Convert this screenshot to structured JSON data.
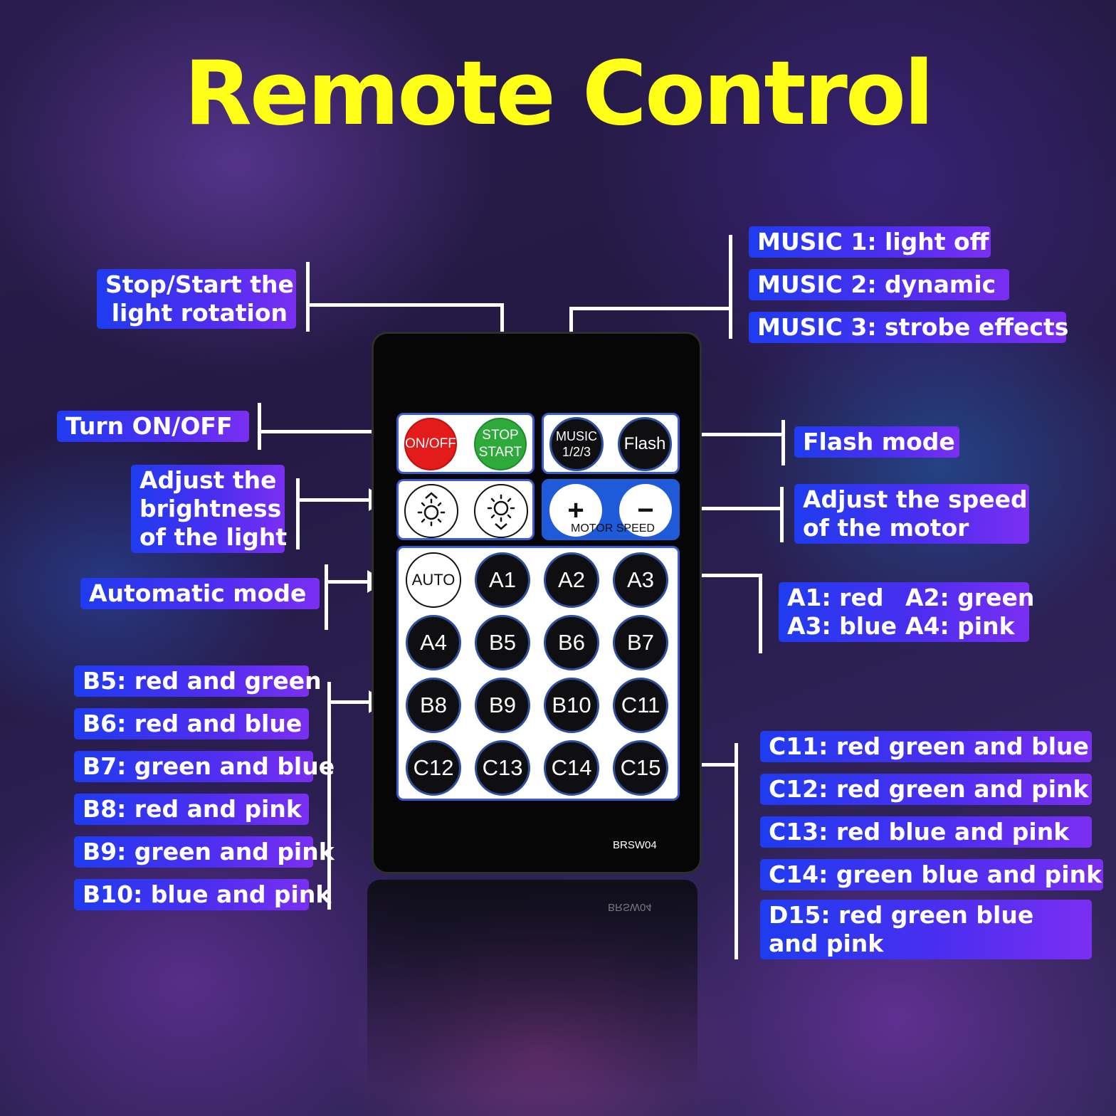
{
  "title": "Remote Control",
  "labels": {
    "stop_start": [
      "Stop/Start the",
      "light rotation"
    ],
    "on_off": "Turn ON/OFF",
    "brightness": [
      "Adjust the",
      "brightness",
      "of the light"
    ],
    "auto": "Automatic mode",
    "b_modes": [
      "B5: red and green",
      "B6: red and blue",
      "B7: green and blue",
      "B8: red and pink",
      "B9: green and pink",
      "B10: blue and pink"
    ],
    "music": [
      "MUSIC 1: light off",
      "MUSIC 2: dynamic",
      "MUSIC 3: strobe effects"
    ],
    "flash": "Flash mode",
    "motor_speed": [
      "Adjust the speed",
      "of the motor"
    ],
    "a_modes": [
      "A1: red",
      "A2: green",
      "A3: blue",
      "A4: pink"
    ],
    "c_modes": [
      "C11: red green and blue",
      "C12: red green and pink",
      "C13: red blue and pink",
      "C14: green blue and pink"
    ],
    "d15": [
      "D15: red green blue",
      "and pink"
    ]
  },
  "remote": {
    "on_off": "ON/OFF",
    "stop": "STOP",
    "start": "START",
    "music": "MUSIC",
    "music_sub": "1/2/3",
    "flash": "Flash",
    "plus": "+",
    "minus": "−",
    "motor_speed": "MOTOR SPEED",
    "auto": "AUTO",
    "grid": [
      "A1",
      "A2",
      "A3",
      "A4",
      "B5",
      "B6",
      "B7",
      "B8",
      "B9",
      "B10",
      "C11",
      "C12",
      "C13",
      "C14",
      "C15"
    ],
    "model": "BRSW04"
  },
  "colors": {
    "title": "#ffff18",
    "label_bg_start": "#1f3cf0",
    "label_bg_end": "#7a2ff2",
    "on_off_button": "#e31b1b",
    "stop_start_button": "#2eaa3a",
    "speed_panel": "#1f5ad8"
  }
}
